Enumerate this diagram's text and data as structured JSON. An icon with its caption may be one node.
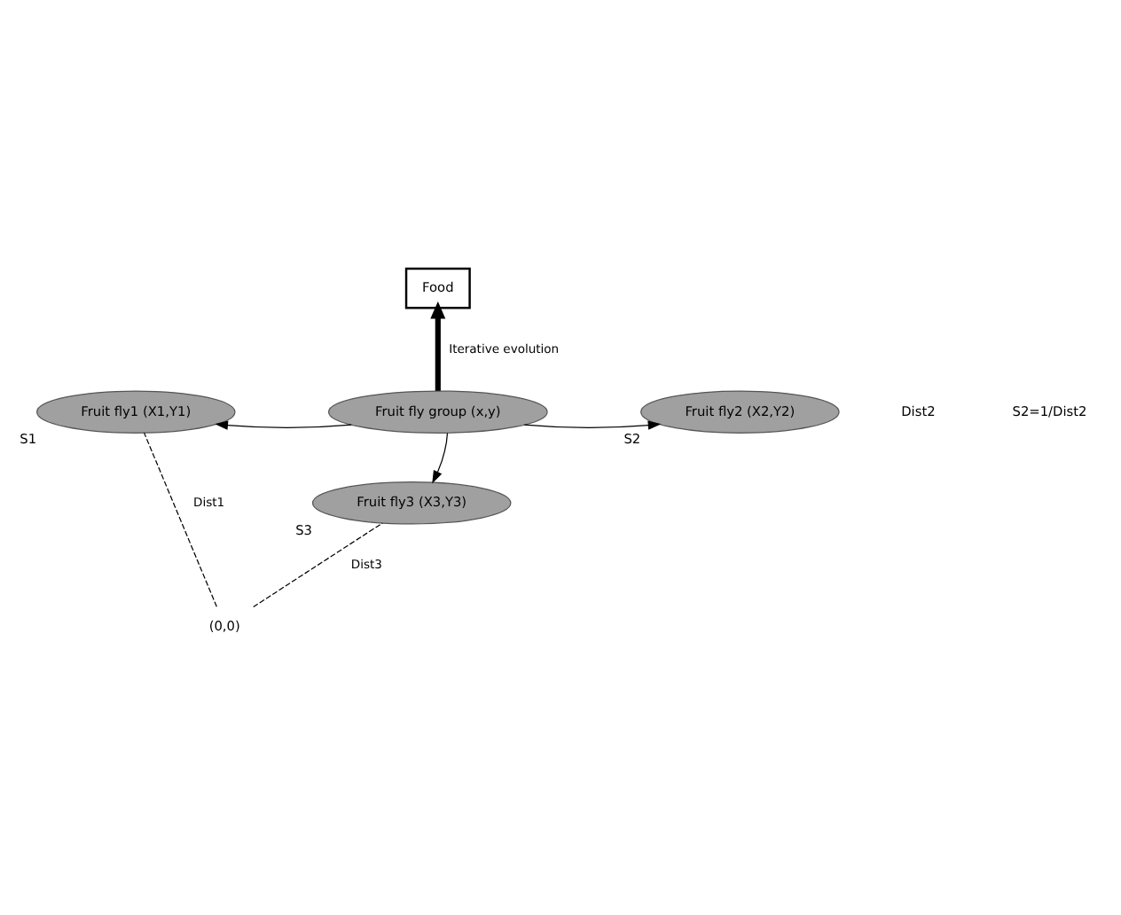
{
  "diagram": {
    "nodes": [
      {
        "text": [
          "Food"
        ]
      },
      {
        "text": [
          "Fruit fly2 (X2,Y2)"
        ],
        "beside": [
          "S2"
        ]
      },
      {
        "text": [
          "Fruit fly1 (X1,Y1)"
        ],
        "beside": [
          "S1"
        ]
      },
      {
        "text": [
          "Fruit fly group (x,y)"
        ]
      },
      {
        "text": [
          "Fruit fly3 (X3,Y3)"
        ],
        "beside": [
          "S3"
        ]
      },
      {
        "text": [
          "(0,0)"
        ]
      }
    ],
    "edges": [
      {
        "from": 3,
        "to": 0,
        "arrow": "to",
        "label": "Iterative evolution",
        "style": "thick"
      },
      {
        "from": 3,
        "to": 2,
        "arrow": "to"
      },
      {
        "from": 3,
        "to": 1,
        "arrow": "to"
      },
      {
        "from": 3,
        "to": 4,
        "arrow": "to"
      },
      {
        "from": 5,
        "to": 2,
        "arrow": "none",
        "label": "Dist1",
        "style": "dashed"
      },
      {
        "from": 5,
        "to": 4,
        "arrow": "none",
        "label": "Dist3",
        "style": "dashed"
      }
    ],
    "labels": [
      "Dist2",
      "S2=1/Dist2"
    ]
  }
}
